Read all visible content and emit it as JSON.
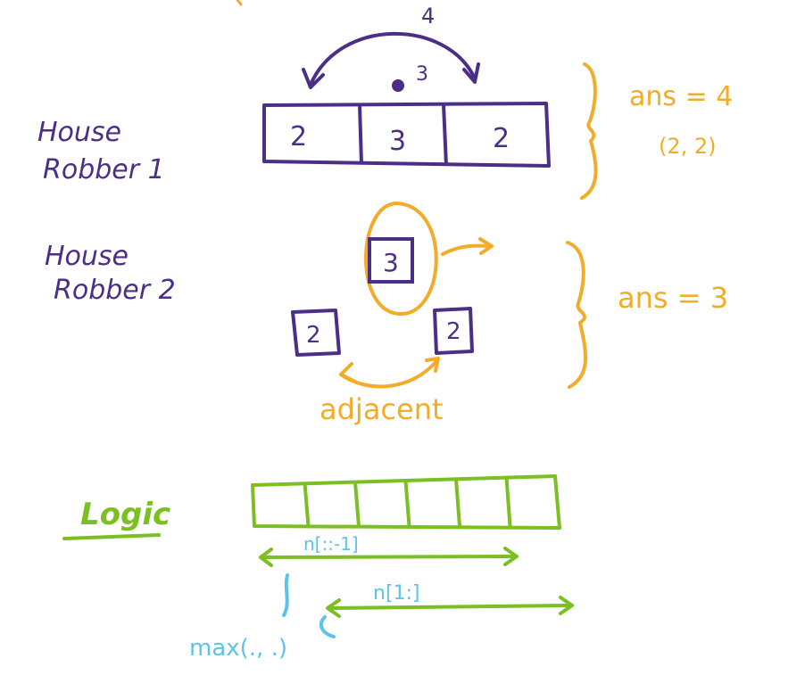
{
  "colors": {
    "purple": "#4b2f86",
    "orange": "#f2ac2a",
    "green": "#7bbf22",
    "blue": "#5ec3e8"
  },
  "robber1": {
    "label_line1": "House",
    "label_line2": "Robber 1",
    "houses": [
      "2",
      "3",
      "2"
    ],
    "arc_label": "4",
    "dot_label": "3",
    "answer": "ans = 4",
    "pair": "(2, 2)"
  },
  "robber2": {
    "label_line1": "House",
    "label_line2": "Robber 2",
    "top_house": "3",
    "left_house": "2",
    "right_house": "2",
    "adjacent_label": "adjacent",
    "answer": "ans = 3"
  },
  "logic": {
    "title": "Logic",
    "cell_count": 6,
    "range_first": "n[::-1]",
    "range_second": "n[1:]",
    "result": "max(., .)"
  }
}
